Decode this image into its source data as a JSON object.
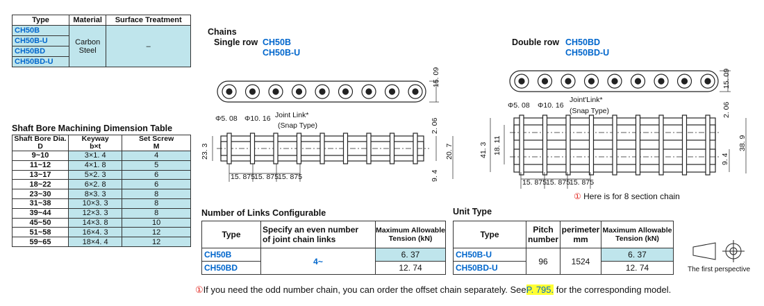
{
  "type_table": {
    "headers": [
      "Type",
      "Material",
      "Surface Treatment"
    ],
    "types": [
      "CH50B",
      "CH50B-U",
      "CH50BD",
      "CH50BD-U"
    ],
    "material": [
      "Carbon",
      "Steel"
    ],
    "surface": "–"
  },
  "shaft": {
    "title": "Shaft Bore Machining Dimension Table",
    "headers": {
      "d": [
        "Shaft Bore Dia.",
        "D"
      ],
      "keyway": [
        "Keyway",
        "b×t"
      ],
      "screw": [
        "Set Screw",
        "M"
      ]
    },
    "rows": [
      [
        "9~10",
        "3×1. 4",
        "4"
      ],
      [
        "11~12",
        "4×1. 8",
        "5"
      ],
      [
        "13~17",
        "5×2. 3",
        "6"
      ],
      [
        "18~22",
        "6×2. 8",
        "6"
      ],
      [
        "23~30",
        "8×3. 3",
        "8"
      ],
      [
        "31~38",
        "10×3. 3",
        "8"
      ],
      [
        "39~44",
        "12×3. 3",
        "8"
      ],
      [
        "45~50",
        "14×3. 8",
        "10"
      ],
      [
        "51~58",
        "16×4. 3",
        "12"
      ],
      [
        "59~65",
        "18×4. 4",
        "12"
      ]
    ]
  },
  "single": {
    "heading": "Chains",
    "row_label": "Single row",
    "type1": "CH50B",
    "type2": "CH50B-U",
    "joint": "Joint Link*",
    "snap": "(Snap Type)",
    "d1": "Φ5. 08",
    "d2": "Φ10. 16",
    "h1": "15. 09",
    "h2": "2. 06",
    "h3": "20. 7",
    "h4": "9. 4",
    "h5": "23. 3",
    "p1": "15. 875",
    "p2": "15. 875",
    "p3": "15. 875"
  },
  "double": {
    "row_label": "Double row",
    "type1": "CH50BD",
    "type2": "CH50BD-U",
    "joint": "Joint'Link*",
    "snap": "(Snap Type)",
    "d1": "Φ5. 08",
    "d2": "Φ10. 16",
    "h1": "15. 09",
    "h2": "2. 06",
    "h3": "38. 9",
    "h4": "9. 4",
    "h5": "41. 3",
    "h6": "18. 11",
    "p1": "15. 875",
    "p2": "15. 875",
    "p3": "15. 875",
    "note": "Here is for 8 section chain"
  },
  "links": {
    "title": "Number of Links Configurable",
    "headers": [
      "Type",
      "Specify an even number",
      "of joint chain links",
      "Maximum Allowable",
      "Tension (kN)"
    ],
    "rows": [
      [
        "CH50B",
        "6. 37"
      ],
      [
        "CH50BD",
        "12. 74"
      ]
    ],
    "even_value": "4~"
  },
  "unit": {
    "title": "Unit Type",
    "headers": [
      "Type",
      "Pitch",
      "number",
      "perimeter",
      "mm",
      "Maximum Allowable",
      "Tension (kN)"
    ],
    "rows": [
      [
        "CH50B-U",
        "6. 37"
      ],
      [
        "CH50BD-U",
        "12. 74"
      ]
    ],
    "pitch": "96",
    "perimeter": "1524"
  },
  "perspective": "The first perspective",
  "footnote": {
    "text1": "If you need the odd number chain,  you can order the offset chain separately.  See",
    "page": "P. 795.",
    "text2": " for the corresponding model."
  }
}
